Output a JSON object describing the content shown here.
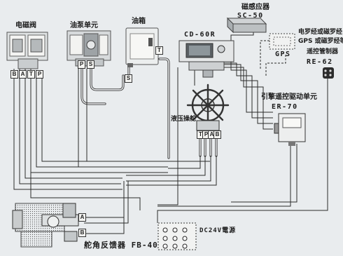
{
  "components": {
    "solenoid_valve": "电磁阀",
    "pump_unit": "油泵单元",
    "oil_tank": "油箱",
    "autopilot": "CD-60R",
    "magnetic_sensor_title": "磁感应器",
    "magnetic_sensor_model": "SC-50",
    "compass_line1": "电罗经或磁罗经",
    "compass_line2": "GPS 或磁罗经等",
    "gps": "GPS",
    "remote_title": "遥控管制器",
    "remote_model": "RE-62",
    "engine_unit_title": "引擎遥控驱动单元",
    "engine_unit_model": "ER-70",
    "hydraulic_helm": "液压操舵",
    "power_supply": "DC24V電源",
    "rudder_feedback": "舵角反馈器 FB-40"
  },
  "ports": {
    "solenoid": [
      "B",
      "A",
      "T",
      "P"
    ],
    "pump": [
      "P",
      "S"
    ],
    "tank_top": "T",
    "tank_bottom": "S",
    "helm": [
      "T",
      "P",
      "A",
      "B"
    ],
    "cylinder": [
      "A",
      "B"
    ]
  }
}
